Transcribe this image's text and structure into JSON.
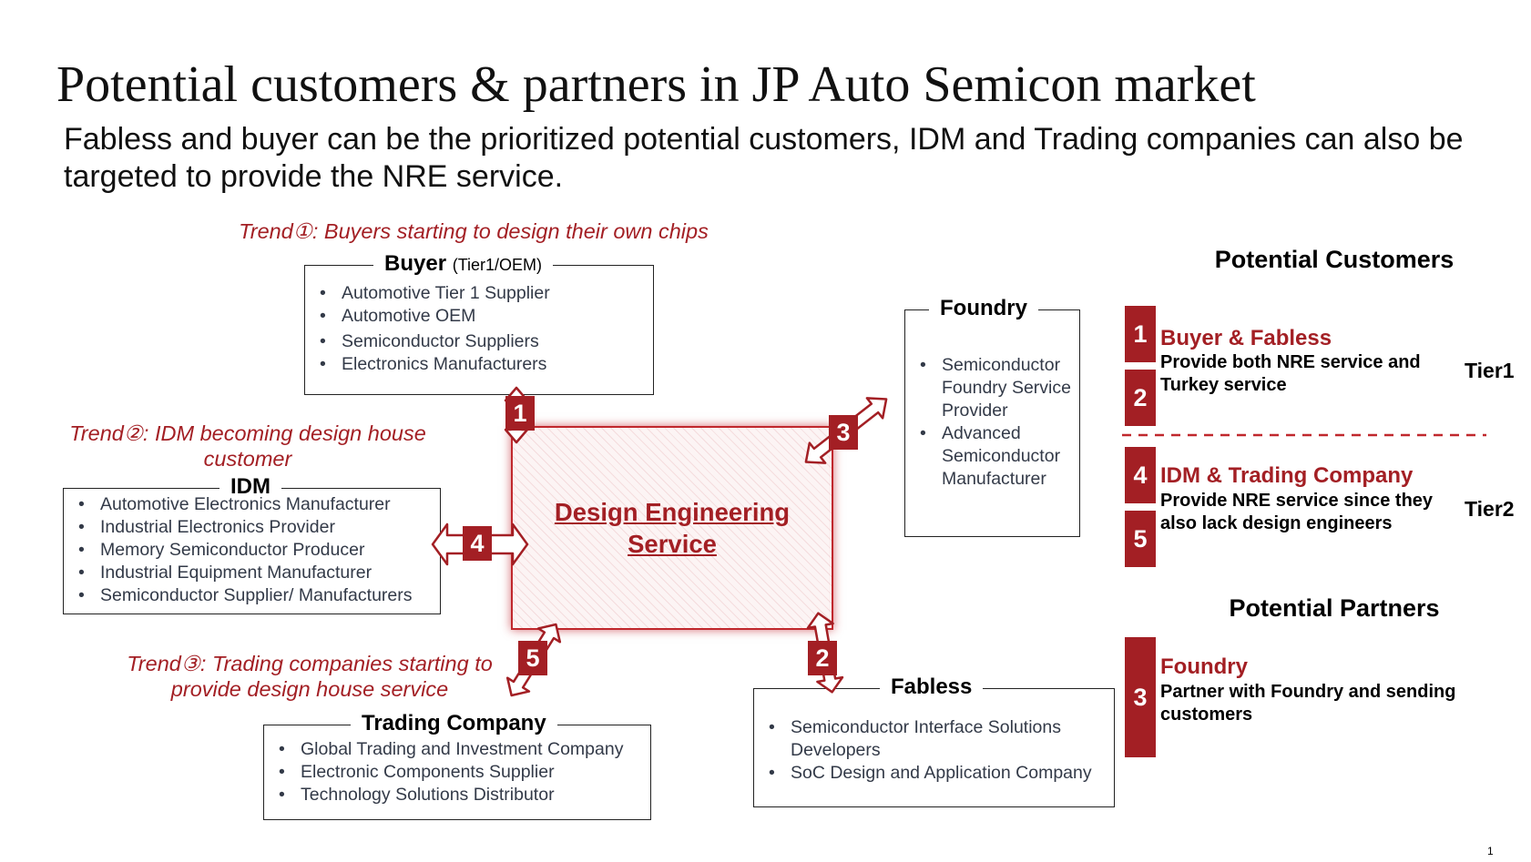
{
  "title": "Potential customers & partners in JP Auto Semicon market",
  "subtitle": "Fabless and buyer can be the prioritized potential customers, IDM and Trading companies can also be targeted to provide the NRE service.",
  "trends": {
    "t1": "Trend①: Buyers starting to design their own chips",
    "t2": "Trend②: IDM becoming design house customer",
    "t3": "Trend③: Trading companies starting to provide design house service"
  },
  "center": {
    "label": "Design Engineering Service"
  },
  "boxes": {
    "buyer": {
      "title": "Buyer",
      "note": "(Tier1/OEM)",
      "items": [
        "Automotive Tier 1 Supplier",
        "Automotive OEM",
        "Semiconductor Suppliers",
        "Electronics Manufacturers"
      ]
    },
    "idm": {
      "title": "IDM",
      "items": [
        "Automotive Electronics Manufacturer",
        "Industrial Electronics Provider",
        "Memory Semiconductor Producer",
        "Industrial Equipment Manufacturer",
        "Semiconductor Supplier/ Manufacturers"
      ]
    },
    "trading": {
      "title": "Trading Company",
      "items": [
        "Global Trading and Investment Company",
        "Electronic Components Supplier",
        "Technology Solutions Distributor"
      ]
    },
    "foundry": {
      "title": "Foundry",
      "items": [
        "Semiconductor Foundry Service Provider",
        "Advanced Semiconductor Manufacturer"
      ]
    },
    "fabless": {
      "title": "Fabless",
      "items": [
        "Semiconductor Interface Solutions Developers",
        "SoC Design and Application Company"
      ]
    }
  },
  "arrow_numbers": {
    "buyer": "1",
    "fabless": "2",
    "foundry": "3",
    "idm": "4",
    "trading": "5"
  },
  "customers": {
    "heading": "Potential Customers",
    "tier1": {
      "numbers": [
        "1",
        "2"
      ],
      "head": "Buyer & Fabless",
      "desc": "Provide both NRE service and Turkey service",
      "tier_label": "Tier1"
    },
    "tier2": {
      "numbers": [
        "4",
        "5"
      ],
      "head": "IDM & Trading Company",
      "desc": "Provide NRE service since they also lack design engineers",
      "tier_label": "Tier2"
    }
  },
  "partners": {
    "heading": "Potential Partners",
    "number": "3",
    "head": "Foundry",
    "desc": "Partner with Foundry and sending customers"
  },
  "page_number": "1",
  "colors": {
    "accent": "#a31f24",
    "text": "#111111",
    "bullet_text": "#333a48"
  }
}
